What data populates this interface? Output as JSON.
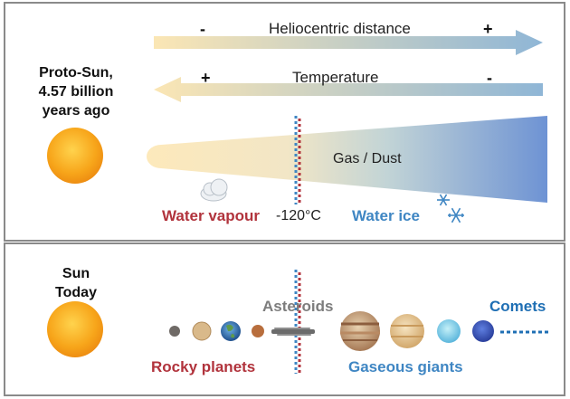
{
  "top_panel": {
    "sun_label": [
      "Proto-Sun,",
      "4.57 billion",
      "years ago"
    ],
    "distance_arrow": {
      "label": "Heliocentric distance",
      "left_sign": "-",
      "right_sign": "+"
    },
    "temperature_arrow": {
      "label": "Temperature",
      "left_sign": "+",
      "right_sign": "-"
    },
    "disk_label": "Gas / Dust",
    "water_vapour_label": "Water vapour",
    "snow_line_label": "-120°C",
    "water_ice_label": "Water ice",
    "icons": [
      "cloud-icon",
      "snowflake-icon"
    ]
  },
  "bottom_panel": {
    "sun_label": [
      "Sun",
      "Today"
    ],
    "asteroids_label": "Asteroids",
    "comets_label": "Comets",
    "rocky_label": "Rocky planets",
    "gaseous_label": "Gaseous giants"
  },
  "colors": {
    "sun": "#f5a51c",
    "water_vapour": "#b1333c",
    "water_ice": "#3f86c3",
    "asteroids": "#7d7d7d",
    "disk_warm": "#fde9bb",
    "disk_cold": "#6e93d4"
  }
}
